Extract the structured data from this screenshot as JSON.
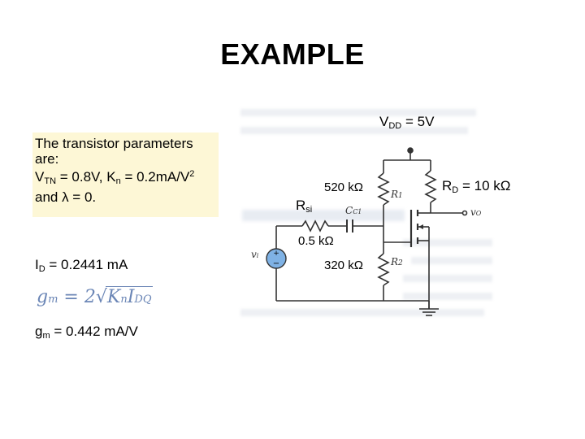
{
  "slide": {
    "title": "EXAMPLE"
  },
  "params": {
    "line1": "The transistor parameters",
    "line2": "are:",
    "vtn_prefix": "V",
    "vtn_sub": "TN",
    "vtn_mid": " = 0.8V, K",
    "kn_sub": "n",
    "kn_mid": " = 0.2m",
    "kn_unit": "A/V",
    "kn_sup": "2",
    "line4": "and λ = 0."
  },
  "results": {
    "id_prefix": "I",
    "id_sub": "D",
    "id_value": " = 0.2441 mA",
    "gm_prefix": "g",
    "gm_sub": "m",
    "gm_value": " = 0.442 mA/V"
  },
  "formula": {
    "lhs": "g",
    "lhs_sub": "m",
    "eq": " = 2",
    "k": "K",
    "k_sub": "n",
    "i": "I",
    "i_sub": "DQ"
  },
  "circuit": {
    "vdd_prefix": "V",
    "vdd_sub": "DD",
    "vdd_value": " = 5V",
    "r1_value": "520 kΩ",
    "r2_value": "320 kΩ",
    "rd_prefix": "R",
    "rd_sub": "D",
    "rd_value": " = 10 kΩ",
    "rsi_prefix": "R",
    "rsi_sub": "si",
    "rsi_value": "0.5 kΩ",
    "r1_name": "R",
    "r1_name_sub": "1",
    "r2_name": "R",
    "r2_name_sub": "2",
    "cc1": "C",
    "cc1_sub": "C1",
    "vo": "v",
    "vo_sub": "O",
    "vi": "v",
    "vi_sub": "i"
  },
  "colors": {
    "param_box_bg": "#fdf7d6",
    "source_fill": "#7fb2e5",
    "formula_color": "#6b86b6"
  }
}
